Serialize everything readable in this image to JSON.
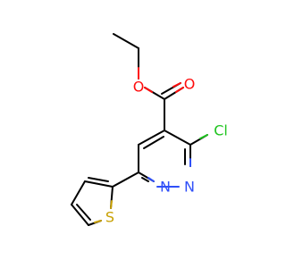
{
  "molecule": {
    "atoms": [
      {
        "label": "O",
        "color": "#ff0d0d"
      },
      {
        "label": "O",
        "color": "#ff0d0d"
      },
      {
        "label": "Cl",
        "color": "#1fc41f"
      },
      {
        "label": "N",
        "color": "#3050f8"
      },
      {
        "label": "N",
        "color": "#3050f8"
      },
      {
        "label": "S",
        "color": "#c8a000"
      }
    ]
  }
}
